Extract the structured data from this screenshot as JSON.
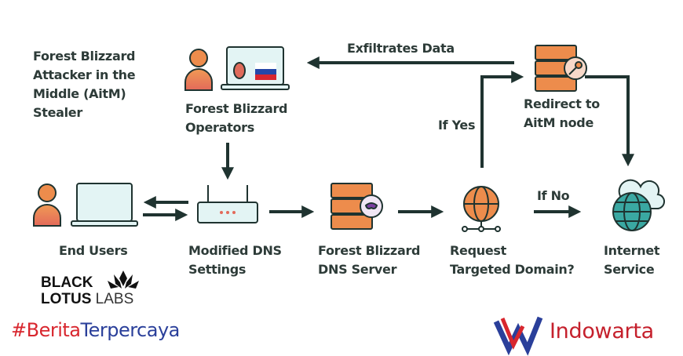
{
  "title": [
    "Forest Blizzard",
    "Attacker in the",
    "Middle (AitM)",
    "Stealer"
  ],
  "nodes": {
    "operators": [
      "Forest Blizzard",
      "Operators"
    ],
    "redirect": [
      "Redirect to",
      "AitM node"
    ],
    "end_users": [
      "End Users"
    ],
    "dns_settings": [
      "Modified DNS",
      "Settings"
    ],
    "dns_server": [
      "Forest Blizzard",
      "DNS Server"
    ],
    "request": [
      "Request",
      "Targeted Domain?"
    ],
    "internet": [
      "Internet",
      "Service"
    ]
  },
  "edges": {
    "exfil": "Exfiltrates Data",
    "yes": "If Yes",
    "no": "If No"
  },
  "logos": {
    "black_lotus": [
      "BLACK",
      "LOTUS",
      "LABS"
    ],
    "hashtag": [
      "#Berita",
      "Terpercaya"
    ],
    "brand": "Indowarta"
  },
  "colors": {
    "orange": "#e8834a",
    "ink": "#1f3330",
    "screen": "#e3f4f4"
  }
}
